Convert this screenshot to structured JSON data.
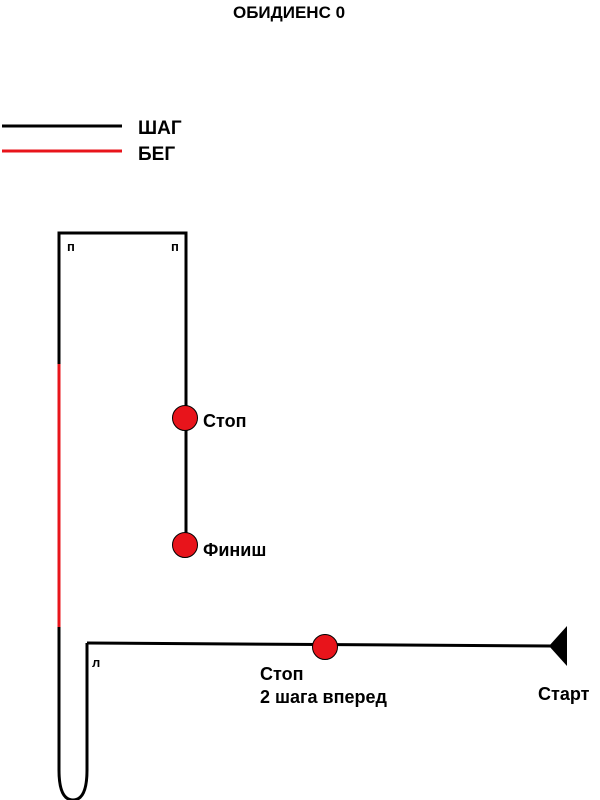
{
  "title": "ОБИДИЕНС 0",
  "legend": {
    "walk_label": "ШАГ",
    "run_label": "БЕГ",
    "walk_color": "#000000",
    "run_color": "#e8141b"
  },
  "turn_marks": {
    "top_left": "п",
    "top_right": "п",
    "bottom_left": "л"
  },
  "points": {
    "stop_upper": "Стоп",
    "finish": "Финиш",
    "stop_lower_line1": "Стоп",
    "stop_lower_line2": "2 шага вперед",
    "start": "Старт"
  },
  "colors": {
    "stop_marker": "#e8141b",
    "path": "#000000",
    "run_segment": "#e8141b"
  }
}
